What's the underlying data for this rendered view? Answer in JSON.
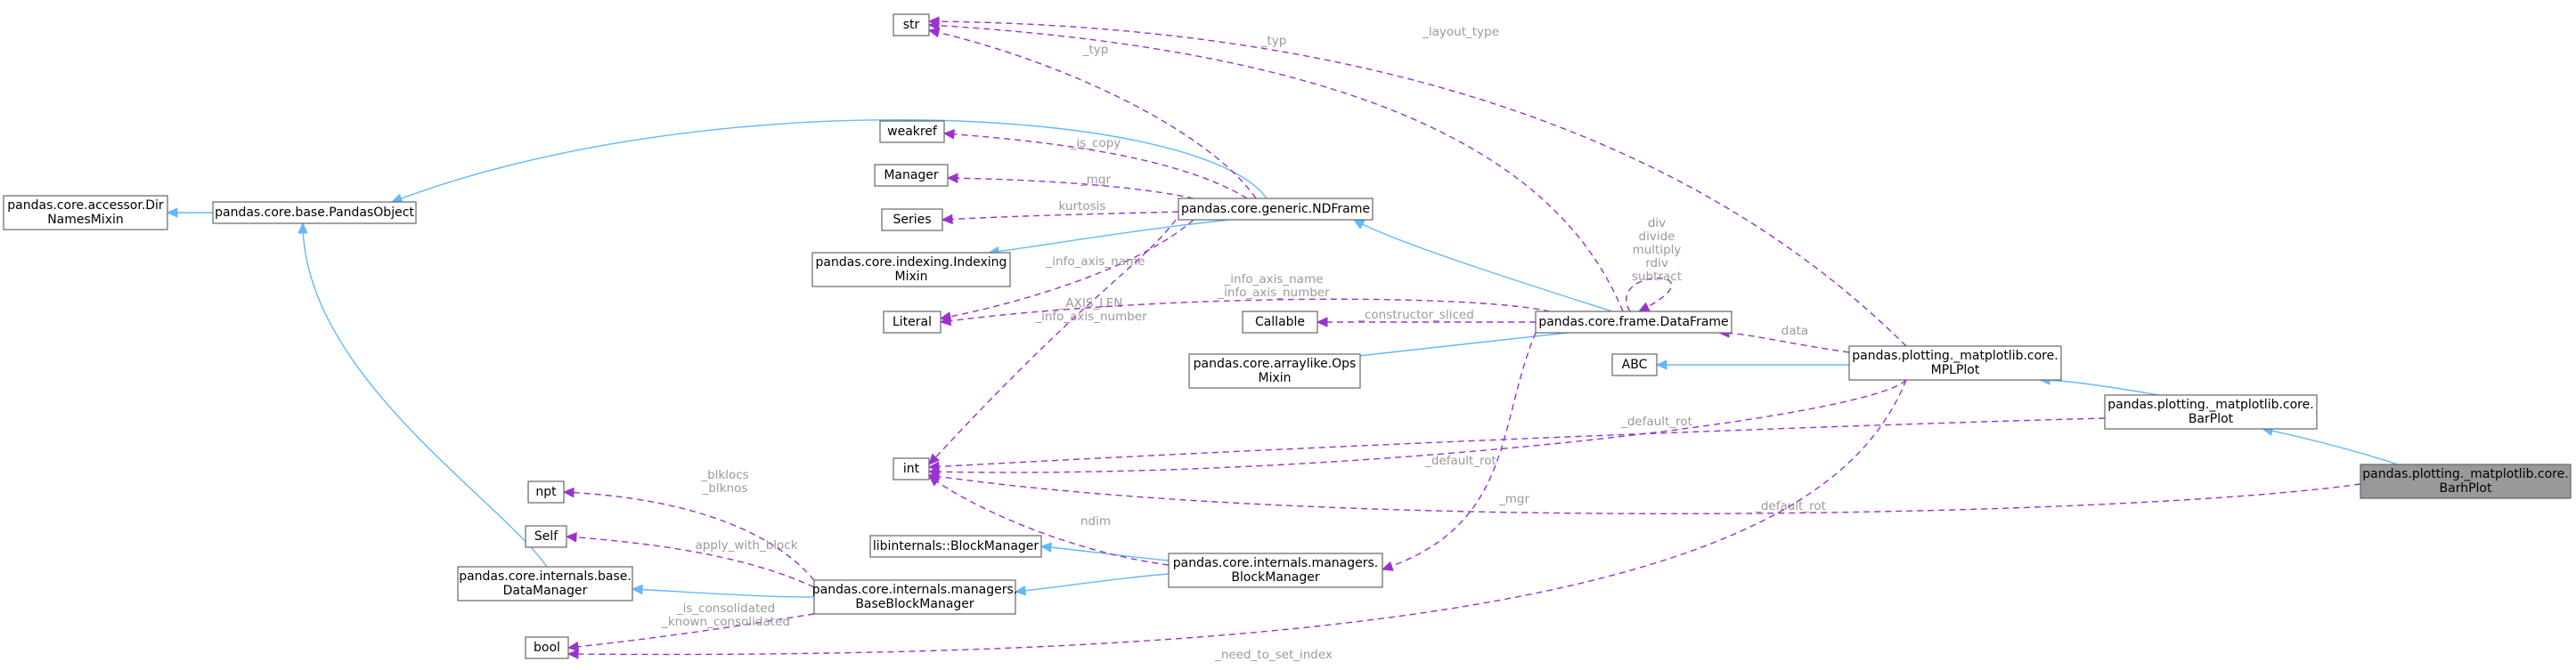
{
  "nodes": [
    {
      "id": "BarhPlot",
      "lines": [
        "pandas.plotting._matplotlib.core.",
        "BarhPlot"
      ],
      "highlight": true
    },
    {
      "id": "BarPlot",
      "lines": [
        "pandas.plotting._matplotlib.core.",
        "BarPlot"
      ]
    },
    {
      "id": "MPLPlot",
      "lines": [
        "pandas.plotting._matplotlib.core.",
        "MPLPlot"
      ]
    },
    {
      "id": "ABC",
      "lines": [
        "ABC"
      ]
    },
    {
      "id": "DataFrame",
      "lines": [
        "pandas.core.frame.DataFrame"
      ]
    },
    {
      "id": "NDFrame",
      "lines": [
        "pandas.core.generic.NDFrame"
      ]
    },
    {
      "id": "PandasObject",
      "lines": [
        "pandas.core.base.PandasObject"
      ]
    },
    {
      "id": "DirNamesMixin",
      "lines": [
        "pandas.core.accessor.Dir",
        "NamesMixin"
      ]
    },
    {
      "id": "str",
      "lines": [
        "str"
      ]
    },
    {
      "id": "weakref",
      "lines": [
        "weakref"
      ]
    },
    {
      "id": "Manager",
      "lines": [
        "Manager"
      ]
    },
    {
      "id": "Series",
      "lines": [
        "Series"
      ]
    },
    {
      "id": "IndexingMixin",
      "lines": [
        "pandas.core.indexing.Indexing",
        "Mixin"
      ]
    },
    {
      "id": "Literal",
      "lines": [
        "Literal"
      ]
    },
    {
      "id": "Callable",
      "lines": [
        "Callable"
      ]
    },
    {
      "id": "OpsMixin",
      "lines": [
        "pandas.core.arraylike.Ops",
        "Mixin"
      ]
    },
    {
      "id": "int",
      "lines": [
        "int"
      ]
    },
    {
      "id": "npt",
      "lines": [
        "npt"
      ]
    },
    {
      "id": "Self",
      "lines": [
        "Self"
      ]
    },
    {
      "id": "DataManager",
      "lines": [
        "pandas.core.internals.base.",
        "DataManager"
      ]
    },
    {
      "id": "bool",
      "lines": [
        "bool"
      ]
    },
    {
      "id": "LibBlockManager",
      "lines": [
        "libinternals::BlockManager"
      ]
    },
    {
      "id": "BlockManager",
      "lines": [
        "pandas.core.internals.managers.",
        "BlockManager"
      ]
    },
    {
      "id": "BaseBlockManager",
      "lines": [
        "pandas.core.internals.managers.",
        "BaseBlockManager"
      ]
    }
  ],
  "edges": [
    {
      "from": "BarhPlot",
      "to": "BarPlot",
      "kind": "inherit",
      "label": []
    },
    {
      "from": "BarPlot",
      "to": "MPLPlot",
      "kind": "inherit",
      "label": []
    },
    {
      "from": "MPLPlot",
      "to": "ABC",
      "kind": "inherit",
      "label": []
    },
    {
      "from": "DataFrame",
      "to": "NDFrame",
      "kind": "inherit",
      "label": []
    },
    {
      "from": "DataFrame",
      "to": "OpsMixin",
      "kind": "inherit",
      "label": []
    },
    {
      "from": "NDFrame",
      "to": "PandasObject",
      "kind": "inherit",
      "label": []
    },
    {
      "from": "NDFrame",
      "to": "IndexingMixin",
      "kind": "inherit",
      "label": []
    },
    {
      "from": "PandasObject",
      "to": "DirNamesMixin",
      "kind": "inherit",
      "label": []
    },
    {
      "from": "DataManager",
      "to": "PandasObject",
      "kind": "inherit",
      "label": []
    },
    {
      "from": "BaseBlockManager",
      "to": "DataManager",
      "kind": "inherit",
      "label": []
    },
    {
      "from": "BlockManager",
      "to": "LibBlockManager",
      "kind": "inherit",
      "label": []
    },
    {
      "from": "BlockManager",
      "to": "BaseBlockManager",
      "kind": "inherit",
      "label": []
    },
    {
      "from": "MPLPlot",
      "to": "str",
      "kind": "usage",
      "label": [
        "_layout_type"
      ]
    },
    {
      "from": "DataFrame",
      "to": "str",
      "kind": "usage",
      "label": [
        "_typ"
      ]
    },
    {
      "from": "NDFrame",
      "to": "str",
      "kind": "usage",
      "label": [
        "_typ"
      ]
    },
    {
      "from": "NDFrame",
      "to": "weakref",
      "kind": "usage",
      "label": [
        "_is_copy"
      ]
    },
    {
      "from": "NDFrame",
      "to": "Manager",
      "kind": "usage",
      "label": [
        "_mgr"
      ]
    },
    {
      "from": "NDFrame",
      "to": "Series",
      "kind": "usage",
      "label": [
        "kurtosis"
      ]
    },
    {
      "from": "NDFrame",
      "to": "Literal",
      "kind": "usage",
      "label": [
        "_info_axis_name"
      ]
    },
    {
      "from": "NDFrame",
      "to": "int",
      "kind": "usage",
      "label": [
        "_AXIS_LEN",
        "_info_axis_number"
      ]
    },
    {
      "from": "DataFrame",
      "to": "Literal",
      "kind": "usage",
      "label": [
        "_info_axis_name",
        "_info_axis_number"
      ]
    },
    {
      "from": "DataFrame",
      "to": "Callable",
      "kind": "usage",
      "label": [
        "_constructor_sliced"
      ]
    },
    {
      "from": "DataFrame",
      "to": "DataFrame",
      "kind": "usage",
      "label": [
        "div",
        "divide",
        "multiply",
        "rdiv",
        "subtract"
      ]
    },
    {
      "from": "DataFrame",
      "to": "BlockManager",
      "kind": "usage",
      "label": [
        "_mgr"
      ]
    },
    {
      "from": "MPLPlot",
      "to": "DataFrame",
      "kind": "usage",
      "label": [
        "data"
      ]
    },
    {
      "from": "BarPlot",
      "to": "int",
      "kind": "usage",
      "label": [
        "_default_rot"
      ]
    },
    {
      "from": "MPLPlot",
      "to": "int",
      "kind": "usage",
      "label": [
        "_default_rot"
      ]
    },
    {
      "from": "BarhPlot",
      "to": "int",
      "kind": "usage",
      "label": [
        "_default_rot"
      ]
    },
    {
      "from": "BlockManager",
      "to": "int",
      "kind": "usage",
      "label": [
        "ndim"
      ]
    },
    {
      "from": "BaseBlockManager",
      "to": "npt",
      "kind": "usage",
      "label": [
        "_blklocs",
        "_blknos"
      ]
    },
    {
      "from": "BaseBlockManager",
      "to": "Self",
      "kind": "usage",
      "label": [
        "apply_with_block"
      ]
    },
    {
      "from": "BaseBlockManager",
      "to": "bool",
      "kind": "usage",
      "label": [
        "_is_consolidated",
        "_known_consolidated"
      ]
    },
    {
      "from": "MPLPlot",
      "to": "bool",
      "kind": "usage",
      "label": [
        "_need_to_set_index"
      ]
    }
  ]
}
